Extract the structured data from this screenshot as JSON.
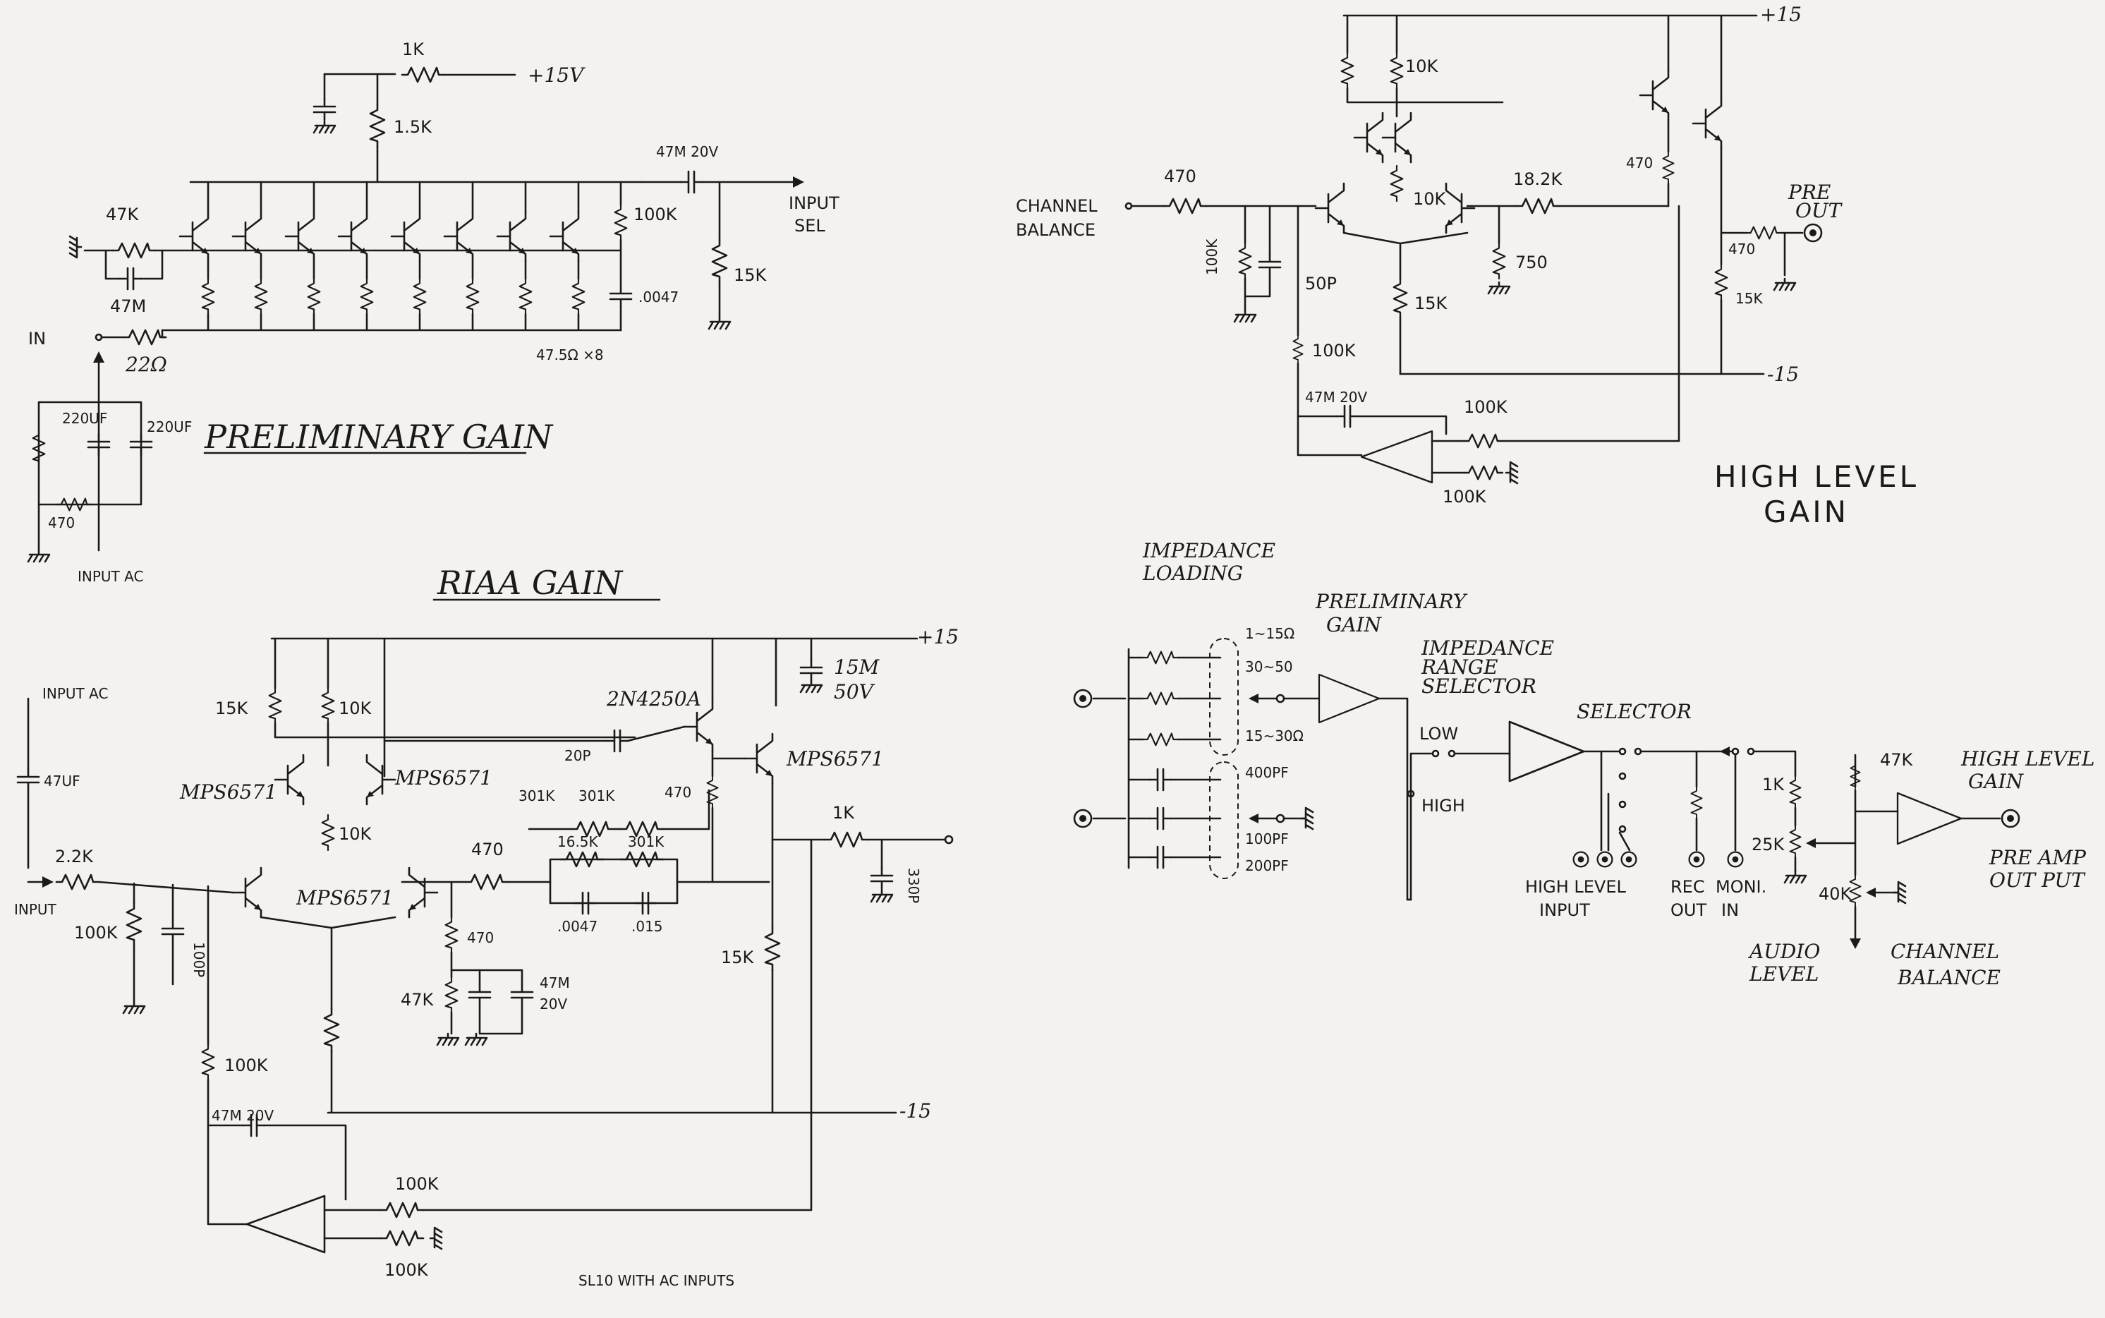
{
  "sections": {
    "preliminary_title": "PRELIMINARY GAIN",
    "riaa_title": "RIAA GAIN",
    "high_level_title_1": "HIGH LEVEL",
    "high_level_title_2": "GAIN",
    "footer": "SL10  WITH AC INPUTS"
  },
  "prelim": {
    "r1k": "1K",
    "v15": "+15V",
    "r15k": "1.5K",
    "r47k": "47K",
    "c47m": "47M",
    "in": "IN",
    "r22": "22Ω",
    "r100k": "100K",
    "c0047": ".0047",
    "r475": "47.5Ω ×8",
    "c47m20": "47M 20V",
    "input_sel_1": "INPUT",
    "input_sel_2": "SEL",
    "r15kb": "15K",
    "c220a": "220UF",
    "c220b": "220UF",
    "r470": "470",
    "input_ac": "INPUT AC"
  },
  "riaa": {
    "v15": "+15",
    "vm15": "-15",
    "r15k": "15K",
    "r10k": "10K",
    "r10kb": "10K",
    "q1": "MPS6571",
    "q2": "MPS6571",
    "q3": "MPS6571",
    "q4": "2N4250A",
    "q5": "MPS6571",
    "c20": "20P",
    "c15m_1": "15M",
    "c15m_2": "50V",
    "r301a": "301K",
    "r301b": "301K",
    "r301c": "301K",
    "r165": "16.5K",
    "r470": "470",
    "r470b": "470",
    "r470c": "470",
    "c0047": ".0047",
    "c015": ".015",
    "r47k": "47K",
    "c47m_1": "47M",
    "c47m_2": "20V",
    "r15kb": "15K",
    "r1k": "1K",
    "c330": "330P",
    "input_ac": "INPUT AC",
    "c47": "47UF",
    "r22k": "2.2K",
    "input": "INPUT",
    "r100k": "100K",
    "c100p": "100P",
    "r100kb": "100K",
    "c47m20": "47M 20V",
    "r100kc": "100K",
    "r100kd": "100K"
  },
  "high": {
    "v15": "+15",
    "vm15": "-15",
    "r10k": "10K",
    "channel_1": "CHANNEL",
    "channel_2": "BALANCE",
    "r470": "470",
    "r470b": "470",
    "r182": "18.2K",
    "r10kb": "10K",
    "pre_out_1": "PRE",
    "pre_out_2": "OUT",
    "r100k": "100K",
    "c50p": "50P",
    "r750": "750",
    "r15k": "15K",
    "r470c": "470",
    "r15kb": "15K",
    "r100kb": "100K",
    "c47m20": "47M 20V",
    "r100kc": "100K",
    "r100kd": "100K"
  },
  "block": {
    "impedance_1": "IMPEDANCE",
    "impedance_2": "LOADING",
    "prelim_1": "PRELIMINARY",
    "prelim_2": "GAIN",
    "sw1": "1~15Ω",
    "sw2": "30~50",
    "sw3": "15~30Ω",
    "sw4": "400PF",
    "sw5": "100PF",
    "sw6": "200PF",
    "range_1": "IMPEDANCE",
    "range_2": "RANGE",
    "range_3": "SELECTOR",
    "low": "LOW",
    "high": "HIGH",
    "selector": "SELECTOR",
    "high_input_1": "HIGH LEVEL",
    "high_input_2": "INPUT",
    "rec_out_1": "REC",
    "rec_out_2": "OUT",
    "moni_1": "MONI.",
    "moni_2": "IN",
    "r1k": "1K",
    "r25k": "25K",
    "r47k": "47K",
    "r40k": "40K",
    "hlg_1": "HIGH LEVEL",
    "hlg_2": "GAIN",
    "preamp_1": "PRE AMP",
    "preamp_2": "OUT PUT",
    "audio_1": "AUDIO",
    "audio_2": "LEVEL",
    "chbal_1": "CHANNEL",
    "chbal_2": "BALANCE"
  }
}
